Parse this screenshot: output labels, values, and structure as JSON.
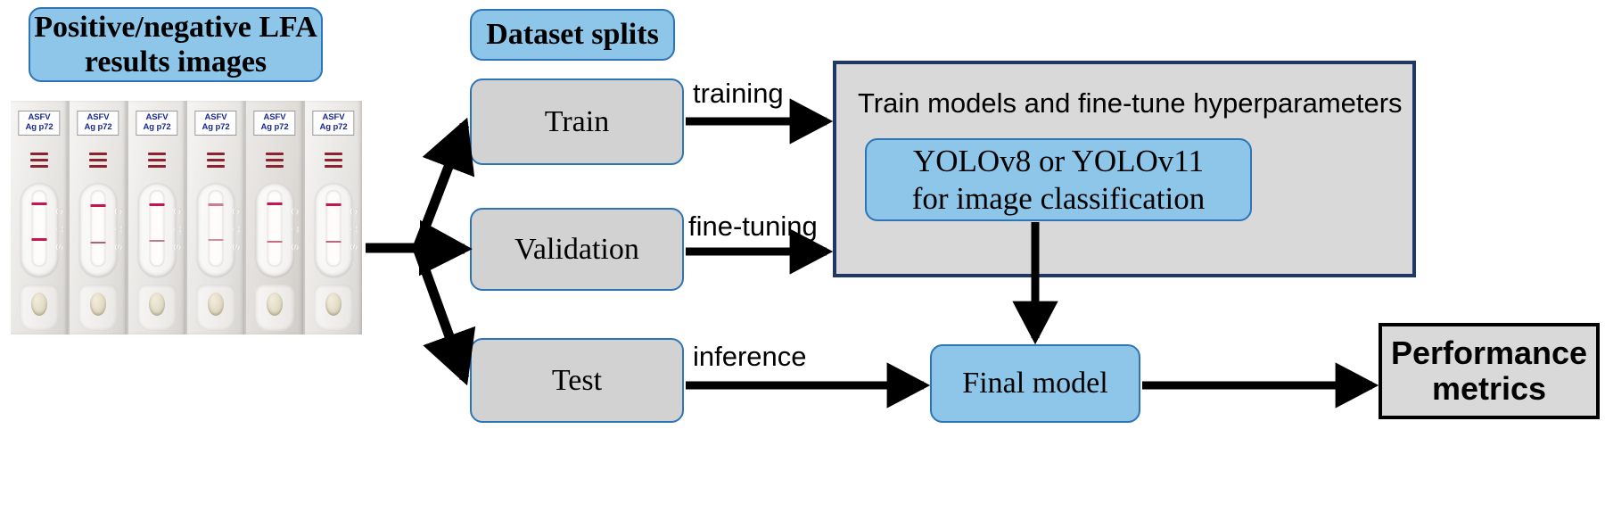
{
  "figure": {
    "type": "flowchart",
    "orientation": "left-to-right"
  },
  "source_node": {
    "title_line1": "Positive/negative LFA",
    "title_line2": "results images",
    "fill_color": "#8DC6E8",
    "border_color": "#2E75B6"
  },
  "lfa_image": {
    "strip_count": 6,
    "strip_label_line1": "ASFV",
    "strip_label_line2": "Ag p72",
    "label_text_color": "#1B2A8A",
    "strips": [
      {
        "result": "positive",
        "control_line": true,
        "test_line": true
      },
      {
        "result": "positive",
        "control_line": true,
        "test_line": true
      },
      {
        "result": "positive",
        "control_line": true,
        "test_line": true
      },
      {
        "result": "positive",
        "control_line": true,
        "test_line": true
      },
      {
        "result": "positive",
        "control_line": true,
        "test_line": true
      },
      {
        "result": "positive",
        "control_line": true,
        "test_line": true
      }
    ]
  },
  "dataset_splits": {
    "header_label": "Dataset splits",
    "header_fill": "#8DC6E8",
    "items": [
      {
        "label": "Train",
        "edge_label": "training"
      },
      {
        "label": "Validation",
        "edge_label": "fine-tuning"
      },
      {
        "label": "Test",
        "edge_label": "inference"
      }
    ],
    "item_fill": "#D2D2D2",
    "item_border": "#2E75B6"
  },
  "training_panel": {
    "title": "Train models and fine-tune hyperparameters",
    "fill_color": "#D9D9D9",
    "border_color": "#1F3864",
    "model_box": {
      "line1": "YOLOv8 or YOLOv11",
      "line2": "for image classification",
      "fill_color": "#8DC6E8",
      "border_color": "#2E75B6"
    }
  },
  "final_model": {
    "label": "Final model",
    "fill_color": "#8DC6E8",
    "border_color": "#2E75B6"
  },
  "performance": {
    "line1": "Performance",
    "line2": "metrics",
    "fill_color": "#D9D9D9",
    "border_color": "#000000"
  }
}
